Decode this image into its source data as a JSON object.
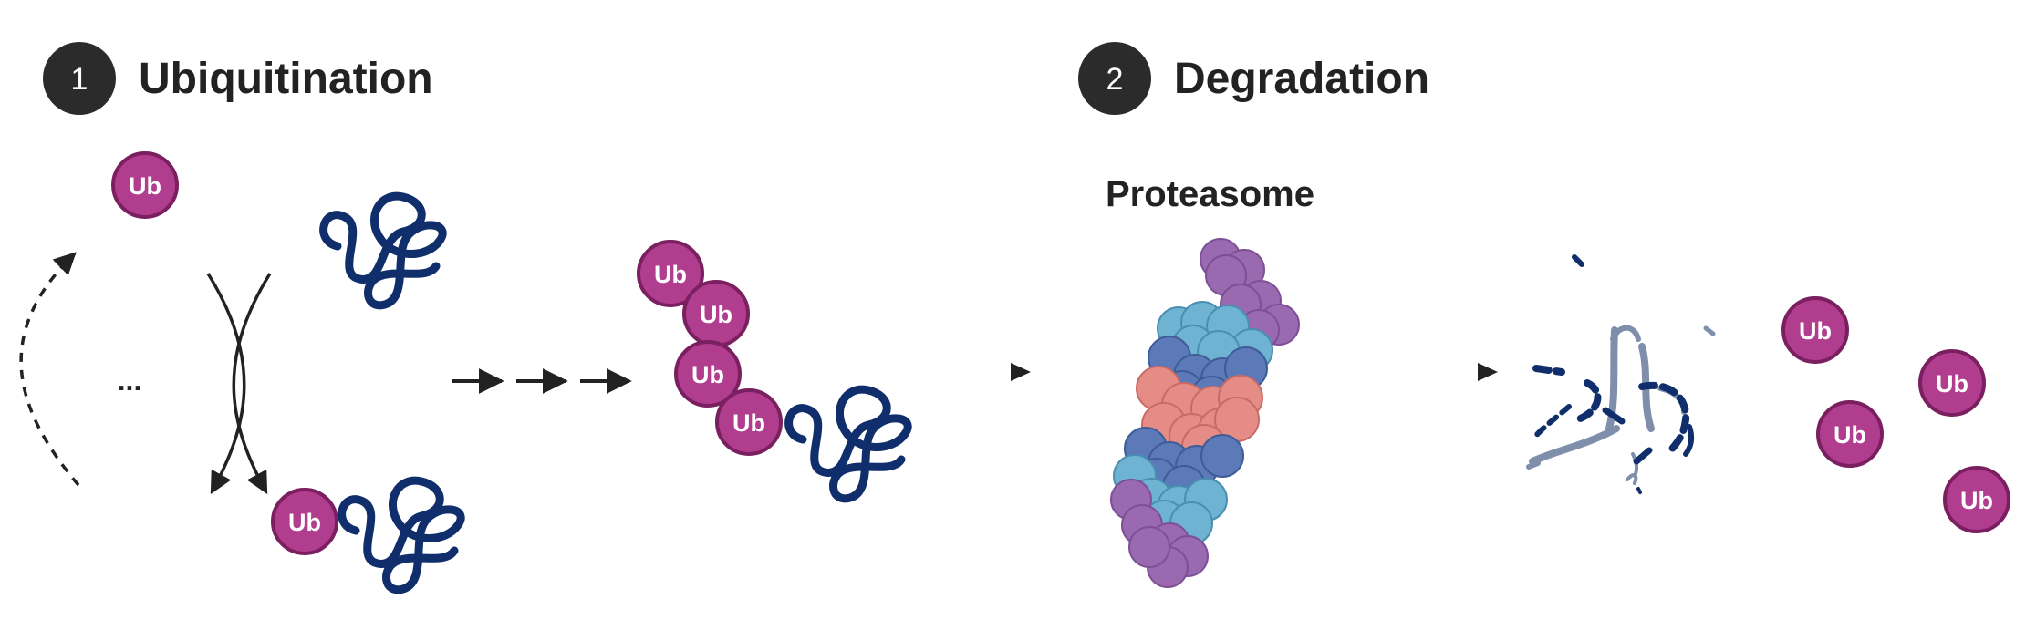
{
  "steps": [
    {
      "number": "1",
      "title": "Ubiquitination"
    },
    {
      "number": "2",
      "title": "Degradation"
    }
  ],
  "proteasome_label": "Proteasome",
  "ellipsis": "...",
  "ub_label": "Ub",
  "colors": {
    "ub_fill": "#b03d8e",
    "ub_stroke": "#7a1f60",
    "protein": "#0f2e6b",
    "fragment_light": "#7f8eab",
    "step_badge": "#2b2b2b",
    "arrow": "#222222",
    "proteasome_purple": "#9a6ab0",
    "proteasome_cyan": "#6fb3d2",
    "proteasome_blue": "#5c79b8",
    "proteasome_pink": "#e58c86"
  }
}
